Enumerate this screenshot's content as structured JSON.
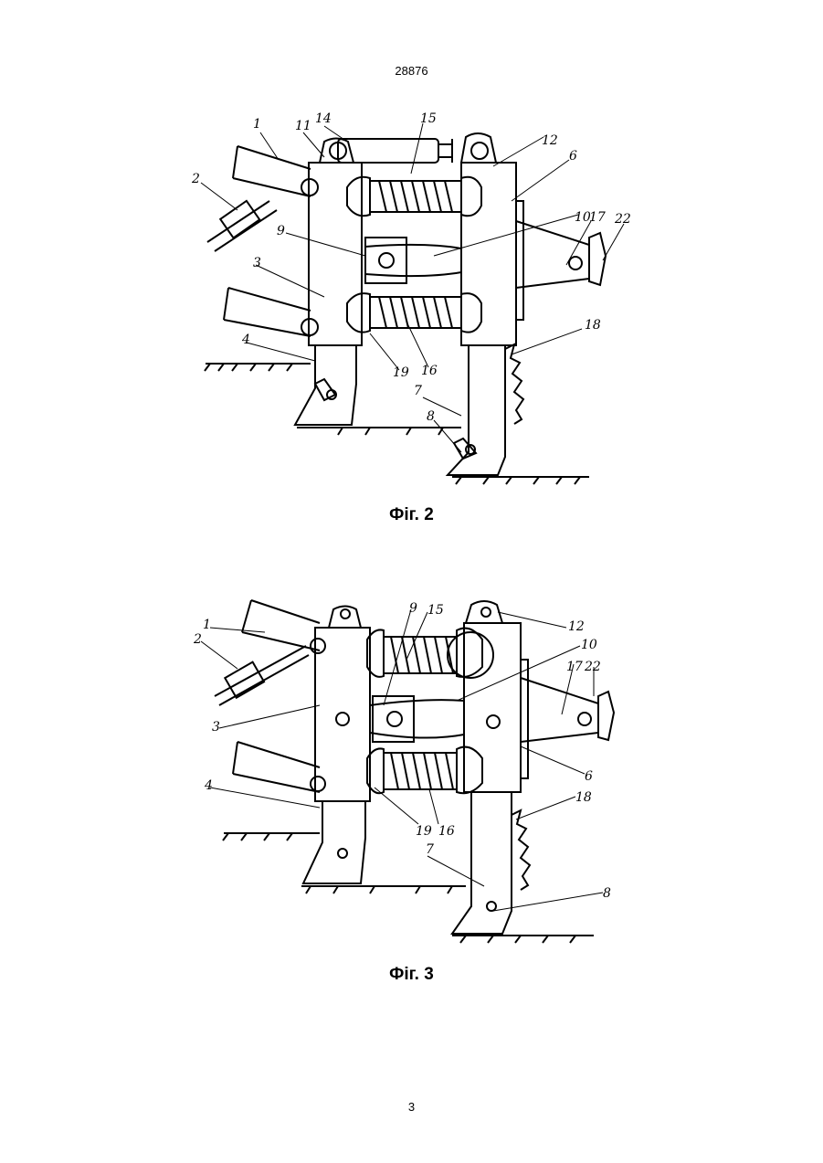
{
  "document": {
    "number": "28876",
    "page_number": "3"
  },
  "figures": [
    {
      "caption": "Фіг. 2",
      "labels": [
        "1",
        "11",
        "14",
        "15",
        "12",
        "6",
        "2",
        "9",
        "10",
        "17",
        "22",
        "3",
        "18",
        "4",
        "19",
        "16",
        "7",
        "8"
      ]
    },
    {
      "caption": "Фіг. 3",
      "labels": [
        "9",
        "15",
        "12",
        "1",
        "10",
        "2",
        "17",
        "22",
        "3",
        "6",
        "18",
        "4",
        "19",
        "16",
        "7",
        "8"
      ]
    }
  ]
}
